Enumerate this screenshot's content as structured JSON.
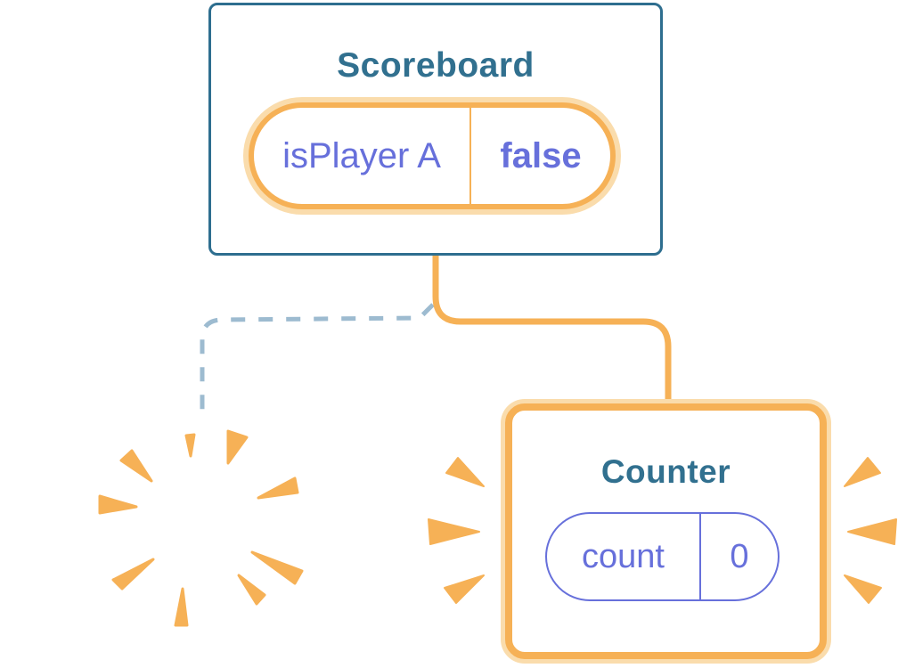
{
  "diagram": {
    "scoreboard": {
      "title": "Scoreboard",
      "state": {
        "key": "isPlayer A",
        "value": "false"
      }
    },
    "counter": {
      "title": "Counter",
      "state": {
        "key": "count",
        "value": "0"
      }
    },
    "icons": {
      "sparkles": "sparkles-icon",
      "explosion": "explosion-burst-icon",
      "emphasis_left": "emphasis-burst-left-icon",
      "emphasis_right": "emphasis-burst-right-icon"
    },
    "colors": {
      "accent_orange": "#F6B156",
      "accent_orange_glow": "#FADCAC",
      "card_border_teal": "#2E6E8F",
      "title_text": "#31708F",
      "state_text_purple": "#6770DB",
      "removed_connector_blue": "#9DBBD0",
      "card_background": "#FFFFFF"
    }
  }
}
